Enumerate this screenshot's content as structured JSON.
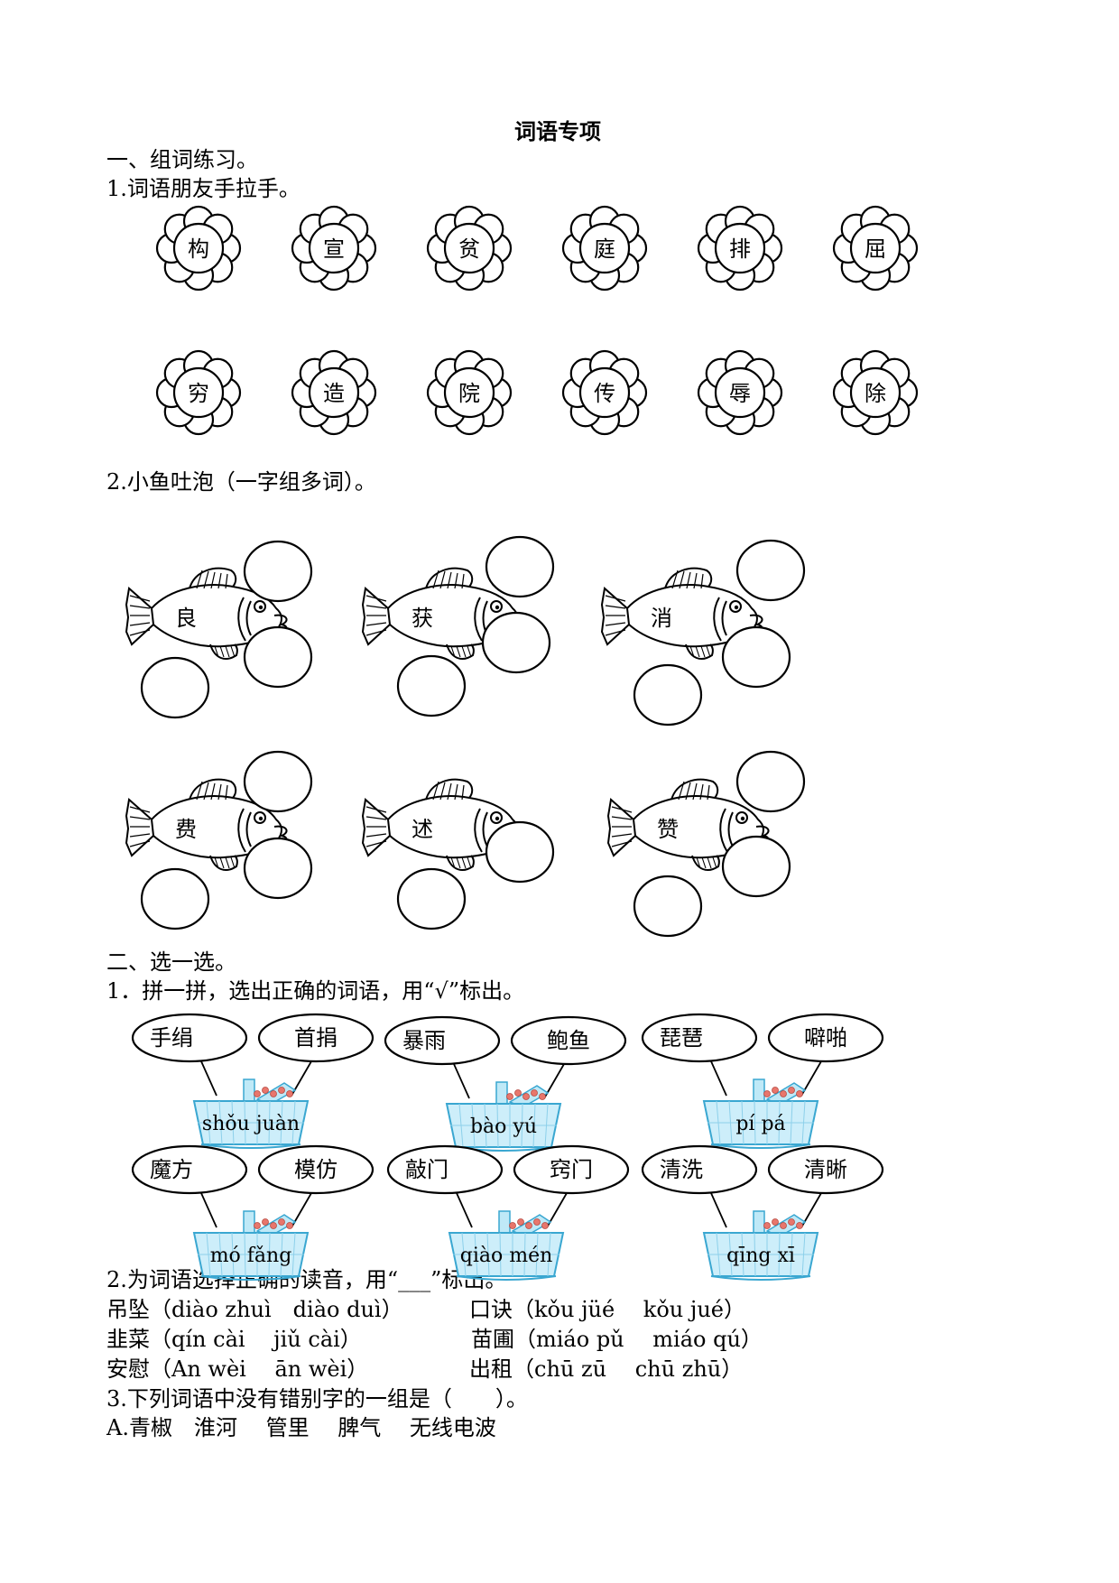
{
  "title": "词语专项",
  "section1": {
    "heading": "一、组词练习。",
    "q1": {
      "label": "1.词语朋友手拉手。",
      "flowers_row1": [
        "构",
        "宣",
        "贫",
        "庭",
        "排",
        "屈"
      ],
      "flowers_row2": [
        "穷",
        "造",
        "院",
        "传",
        "辱",
        "除"
      ]
    },
    "q2": {
      "label": "2.小鱼吐泡（一字组多词）。",
      "fish": [
        "良",
        "获",
        "消",
        "费",
        "述",
        "赞"
      ]
    }
  },
  "section2": {
    "heading": "二、选一选。",
    "q1": {
      "label": "1．拼一拼，选出正确的词语，用“√”标出。",
      "baskets": [
        {
          "left": "手绢",
          "right": "首捐",
          "pinyin": "shǒu juàn"
        },
        {
          "left": "暴雨",
          "right": "鲍鱼",
          "pinyin": "bào yú"
        },
        {
          "left": "琵琶",
          "right": "噼啪",
          "pinyin": "pí pá"
        },
        {
          "left": "魔方",
          "right": "模仿",
          "pinyin": "mó fǎng"
        },
        {
          "left": "敲门",
          "right": "窍门",
          "pinyin": "qiào mén"
        },
        {
          "left": "清洗",
          "right": "清晰",
          "pinyin": "qīng xī"
        }
      ]
    },
    "q2": {
      "label": "2.为词语选择正确的读音，用“___”标出。",
      "items": [
        "吊坠（diào zhuì　diào duì）",
        "口诀（kǒu jüé　 kǒu jué）",
        "韭菜（qín cài　 jiǔ cài）",
        "苗圃（miáo pǔ　 miáo qú）",
        "安慰（An wèi　 ān wèi）",
        "出租（chū zū　 chū zhū）"
      ]
    },
    "q3": {
      "label": "3.下列词语中没有错别字的一组是（　　）。",
      "option_a": "A.青椒　淮河　 管里　 脾气　 无线电波"
    }
  }
}
